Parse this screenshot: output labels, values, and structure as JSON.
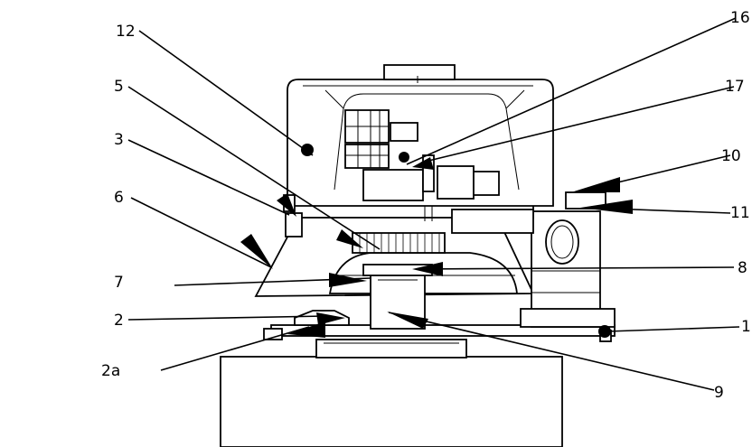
{
  "labels": {
    "l12": "12",
    "l5": "5",
    "l3": "3",
    "l6": "6",
    "l7": "7",
    "l2": "2",
    "l2a": "2a",
    "l16": "16",
    "l17": "17",
    "l10": "10",
    "l11": "11",
    "l8": "8",
    "l1": "1",
    "l9": "9"
  }
}
